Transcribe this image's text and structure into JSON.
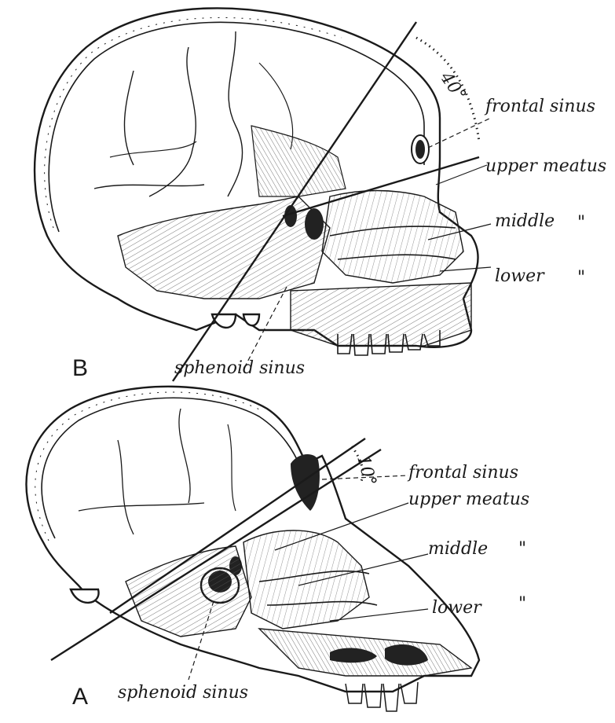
{
  "figure": {
    "panel_b": {
      "letter": "B",
      "angle": "40°",
      "labels": {
        "frontal_sinus": "frontal sinus",
        "upper_meatus": "upper meatus",
        "middle": "middle",
        "lower": "lower",
        "sphenoid_sinus": "sphenoid sinus",
        "ditto": "\""
      }
    },
    "panel_a": {
      "letter": "A",
      "angle": "10°",
      "labels": {
        "frontal_sinus": "frontal sinus",
        "upper_meatus": "upper meatus",
        "middle": "middle",
        "lower": "lower",
        "sphenoid_sinus": "sphenoid sinus",
        "ditto": "\""
      }
    }
  }
}
